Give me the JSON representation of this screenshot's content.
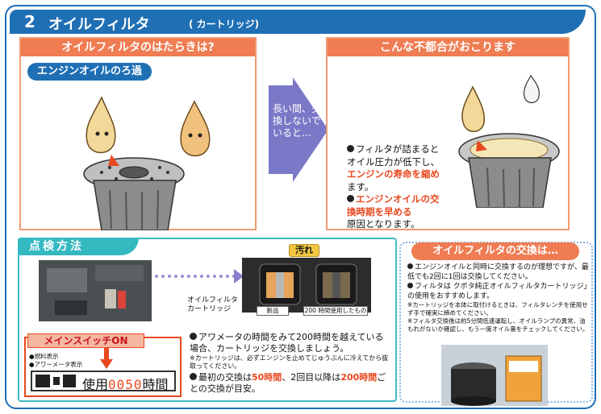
{
  "header": {
    "number": "2",
    "title": "オイルフィルタ",
    "subtitle": "( カートリッジ)"
  },
  "how_it_works": {
    "heading": "オイルフィルタのはたらきは?",
    "pill": "エンジンオイルのろ過"
  },
  "arrow": {
    "text": "長い間、交換しないでいると…"
  },
  "problems": {
    "heading": "こんな不都合がおこります",
    "line1_a": "フィルタが詰まるとオイル圧力が低下し、",
    "line1_red": "エンジンの寿命を縮め",
    "line1_b": "ます。",
    "line2_red": "エンジンオイルの交換時期を早める",
    "line2_b": "原因となります。"
  },
  "inspection": {
    "heading": "点検方法",
    "engine_label": "オイルフィルタ\nカートリッジ",
    "dirty_tag": "汚れ",
    "label_new": "新品",
    "label_used": "200 時間使用したもの",
    "main_switch": "メインスイッチON",
    "legend_fuel": "●燃料表示",
    "legend_hour": "●アワーメータ表示",
    "display_prefix": "使用",
    "display_digits": "0050",
    "display_suffix": "時間",
    "text1": "アワメータの時間をみて200時間を越えている場合、カートリッジを交換しましょう。",
    "note1": "※カートリッジは、必ずエンジンを止めてじゅうぶんに冷えてから抜取ってください。",
    "text2_a": "最初の交換は",
    "text2_red1": "50時間",
    "text2_b": "、2回目以降は",
    "text2_red2": "200時間",
    "text2_c": "ごとの交換が目安。"
  },
  "replacement": {
    "heading": "オイルフィルタの交換は…",
    "line1": "エンジンオイルと同時に交換するのが理想ですが、最低でも2回に1回は交換してください。",
    "line2": "フィルタは クボタ純正オイルフィルタカートリッジ」の使用をおすすめします。",
    "note1": "※カートリッジを本体に取付けるときは、フィルタレンチを使用せず手で確実に締めてください。",
    "note2": "※フィルタ交換後は約5分間低速運転し、オイルランプの異常、油もれがないか確認し、もう一度オイル量をチェックしてください。"
  }
}
